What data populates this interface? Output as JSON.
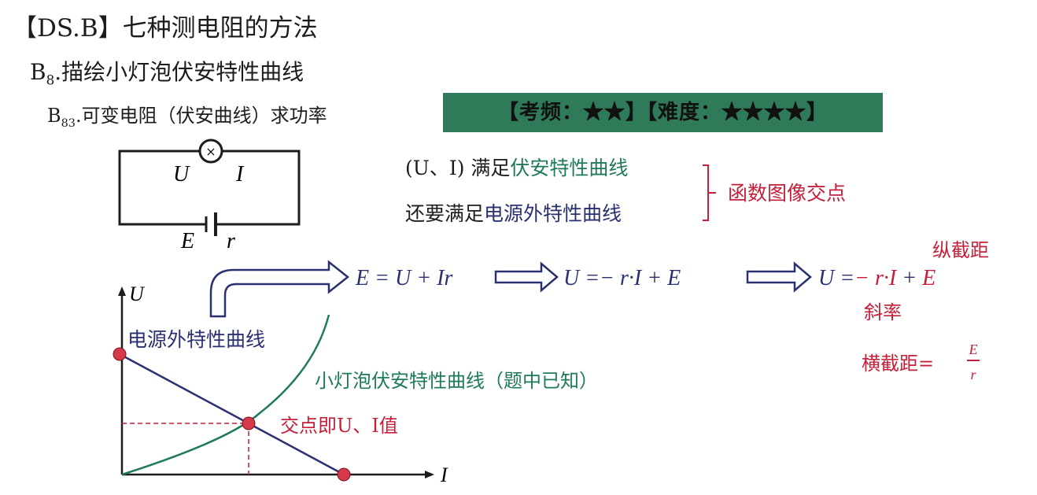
{
  "header": {
    "title": "【DS.B】七种测电阻的方法",
    "section_prefix": "B",
    "section_sub": "8",
    "section_title": ".描绘小灯泡伏安特性曲线",
    "subsection_prefix": "B",
    "subsection_sub": "83",
    "subsection_title": ".可变电阻（伏安曲线）求功率",
    "badge": "【考频：★★】【难度：★★★★】"
  },
  "circuit": {
    "U": "U",
    "I": "I",
    "E": "E",
    "r": "r",
    "bulb_symbol": "×"
  },
  "conditions": {
    "line1_prefix": "(U、I) 满足",
    "line1_highlight": "伏安特性曲线",
    "line2_prefix": "还要满足",
    "line2_highlight": "电源外特性曲线",
    "conclusion": "函数图像交点"
  },
  "formulas": {
    "f1": "E = U + Ir",
    "f2": "U =− r·I + E",
    "f3_a": "U =",
    "f3_b": "− r·I",
    "f3_c": " + ",
    "f3_d": "E",
    "intercept_y": "纵截距",
    "slope": "斜率",
    "intercept_x": "横截距=",
    "frac_num": "E",
    "frac_den": "r"
  },
  "graph": {
    "y_axis": "U",
    "x_axis": "I",
    "source_curve_label": "电源外特性曲线",
    "bulb_curve_label": "小灯泡伏安特性曲线（题中已知）",
    "intersection_label": "交点即U、I值"
  },
  "colors": {
    "navy": "#2a3170",
    "green": "#1f7a5a",
    "red": "#c61f3a",
    "banner": "#2e7a59"
  }
}
